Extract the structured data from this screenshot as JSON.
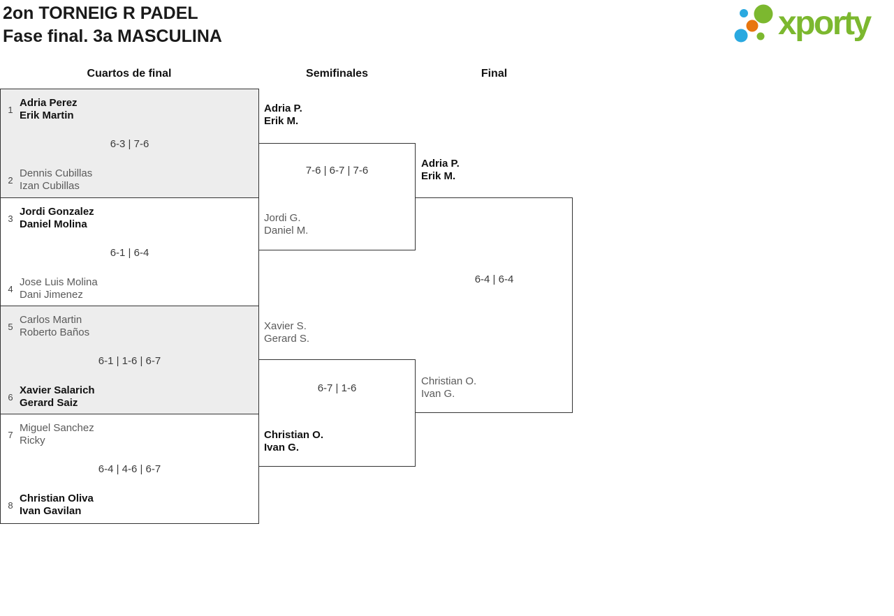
{
  "header": {
    "title_line1": "2on TORNEIG R PADEL",
    "title_line2": "Fase final. 3a MASCULINA",
    "logo_text": "xporty"
  },
  "columns": {
    "quarterfinals": "Cuartos de final",
    "semifinals": "Semifinales",
    "final": "Final"
  },
  "colors": {
    "logo_green": "#7cb82f",
    "logo_blue": "#2aa9e0",
    "logo_orange": "#e8760e",
    "border": "#333333",
    "shaded_bg": "#ededed",
    "winner_text": "#111111",
    "loser_text": "#5a5a5a"
  },
  "quarterfinals": [
    {
      "seed_top": "1",
      "top": {
        "players": [
          "Adria Perez",
          "Erik Martin"
        ],
        "winner": true
      },
      "score": "6-3 | 7-6",
      "seed_bottom": "2",
      "bottom": {
        "players": [
          "Dennis Cubillas",
          "Izan Cubillas"
        ],
        "winner": false
      },
      "shaded": true
    },
    {
      "seed_top": "3",
      "top": {
        "players": [
          "Jordi Gonzalez",
          "Daniel Molina"
        ],
        "winner": true
      },
      "score": "6-1 | 6-4",
      "seed_bottom": "4",
      "bottom": {
        "players": [
          "Jose Luis Molina",
          "Dani Jimenez"
        ],
        "winner": false
      },
      "shaded": false
    },
    {
      "seed_top": "5",
      "top": {
        "players": [
          "Carlos Martin",
          "Roberto Baños"
        ],
        "winner": false
      },
      "score": "6-1 | 1-6 | 6-7",
      "seed_bottom": "6",
      "bottom": {
        "players": [
          "Xavier Salarich",
          "Gerard Saiz"
        ],
        "winner": true
      },
      "shaded": true
    },
    {
      "seed_top": "7",
      "top": {
        "players": [
          "Miguel Sanchez",
          "Ricky"
        ],
        "winner": false
      },
      "score": "6-4 | 4-6 | 6-7",
      "seed_bottom": "8",
      "bottom": {
        "players": [
          "Christian Oliva",
          "Ivan Gavilan"
        ],
        "winner": true
      },
      "shaded": false
    }
  ],
  "semifinals": [
    {
      "top": {
        "players": [
          "Adria P.",
          "Erik M."
        ],
        "winner": true
      },
      "score": "7-6 | 6-7 | 7-6",
      "bottom": {
        "players": [
          "Jordi G.",
          "Daniel M."
        ],
        "winner": false
      }
    },
    {
      "top": {
        "players": [
          "Xavier S.",
          "Gerard S."
        ],
        "winner": false
      },
      "score": "6-7 | 1-6",
      "bottom": {
        "players": [
          "Christian O.",
          "Ivan G."
        ],
        "winner": true
      }
    }
  ],
  "final": {
    "top": {
      "players": [
        "Adria P.",
        "Erik M."
      ],
      "winner": true
    },
    "score": "6-4 | 6-4",
    "bottom": {
      "players": [
        "Christian O.",
        "Ivan G."
      ],
      "winner": false
    }
  }
}
